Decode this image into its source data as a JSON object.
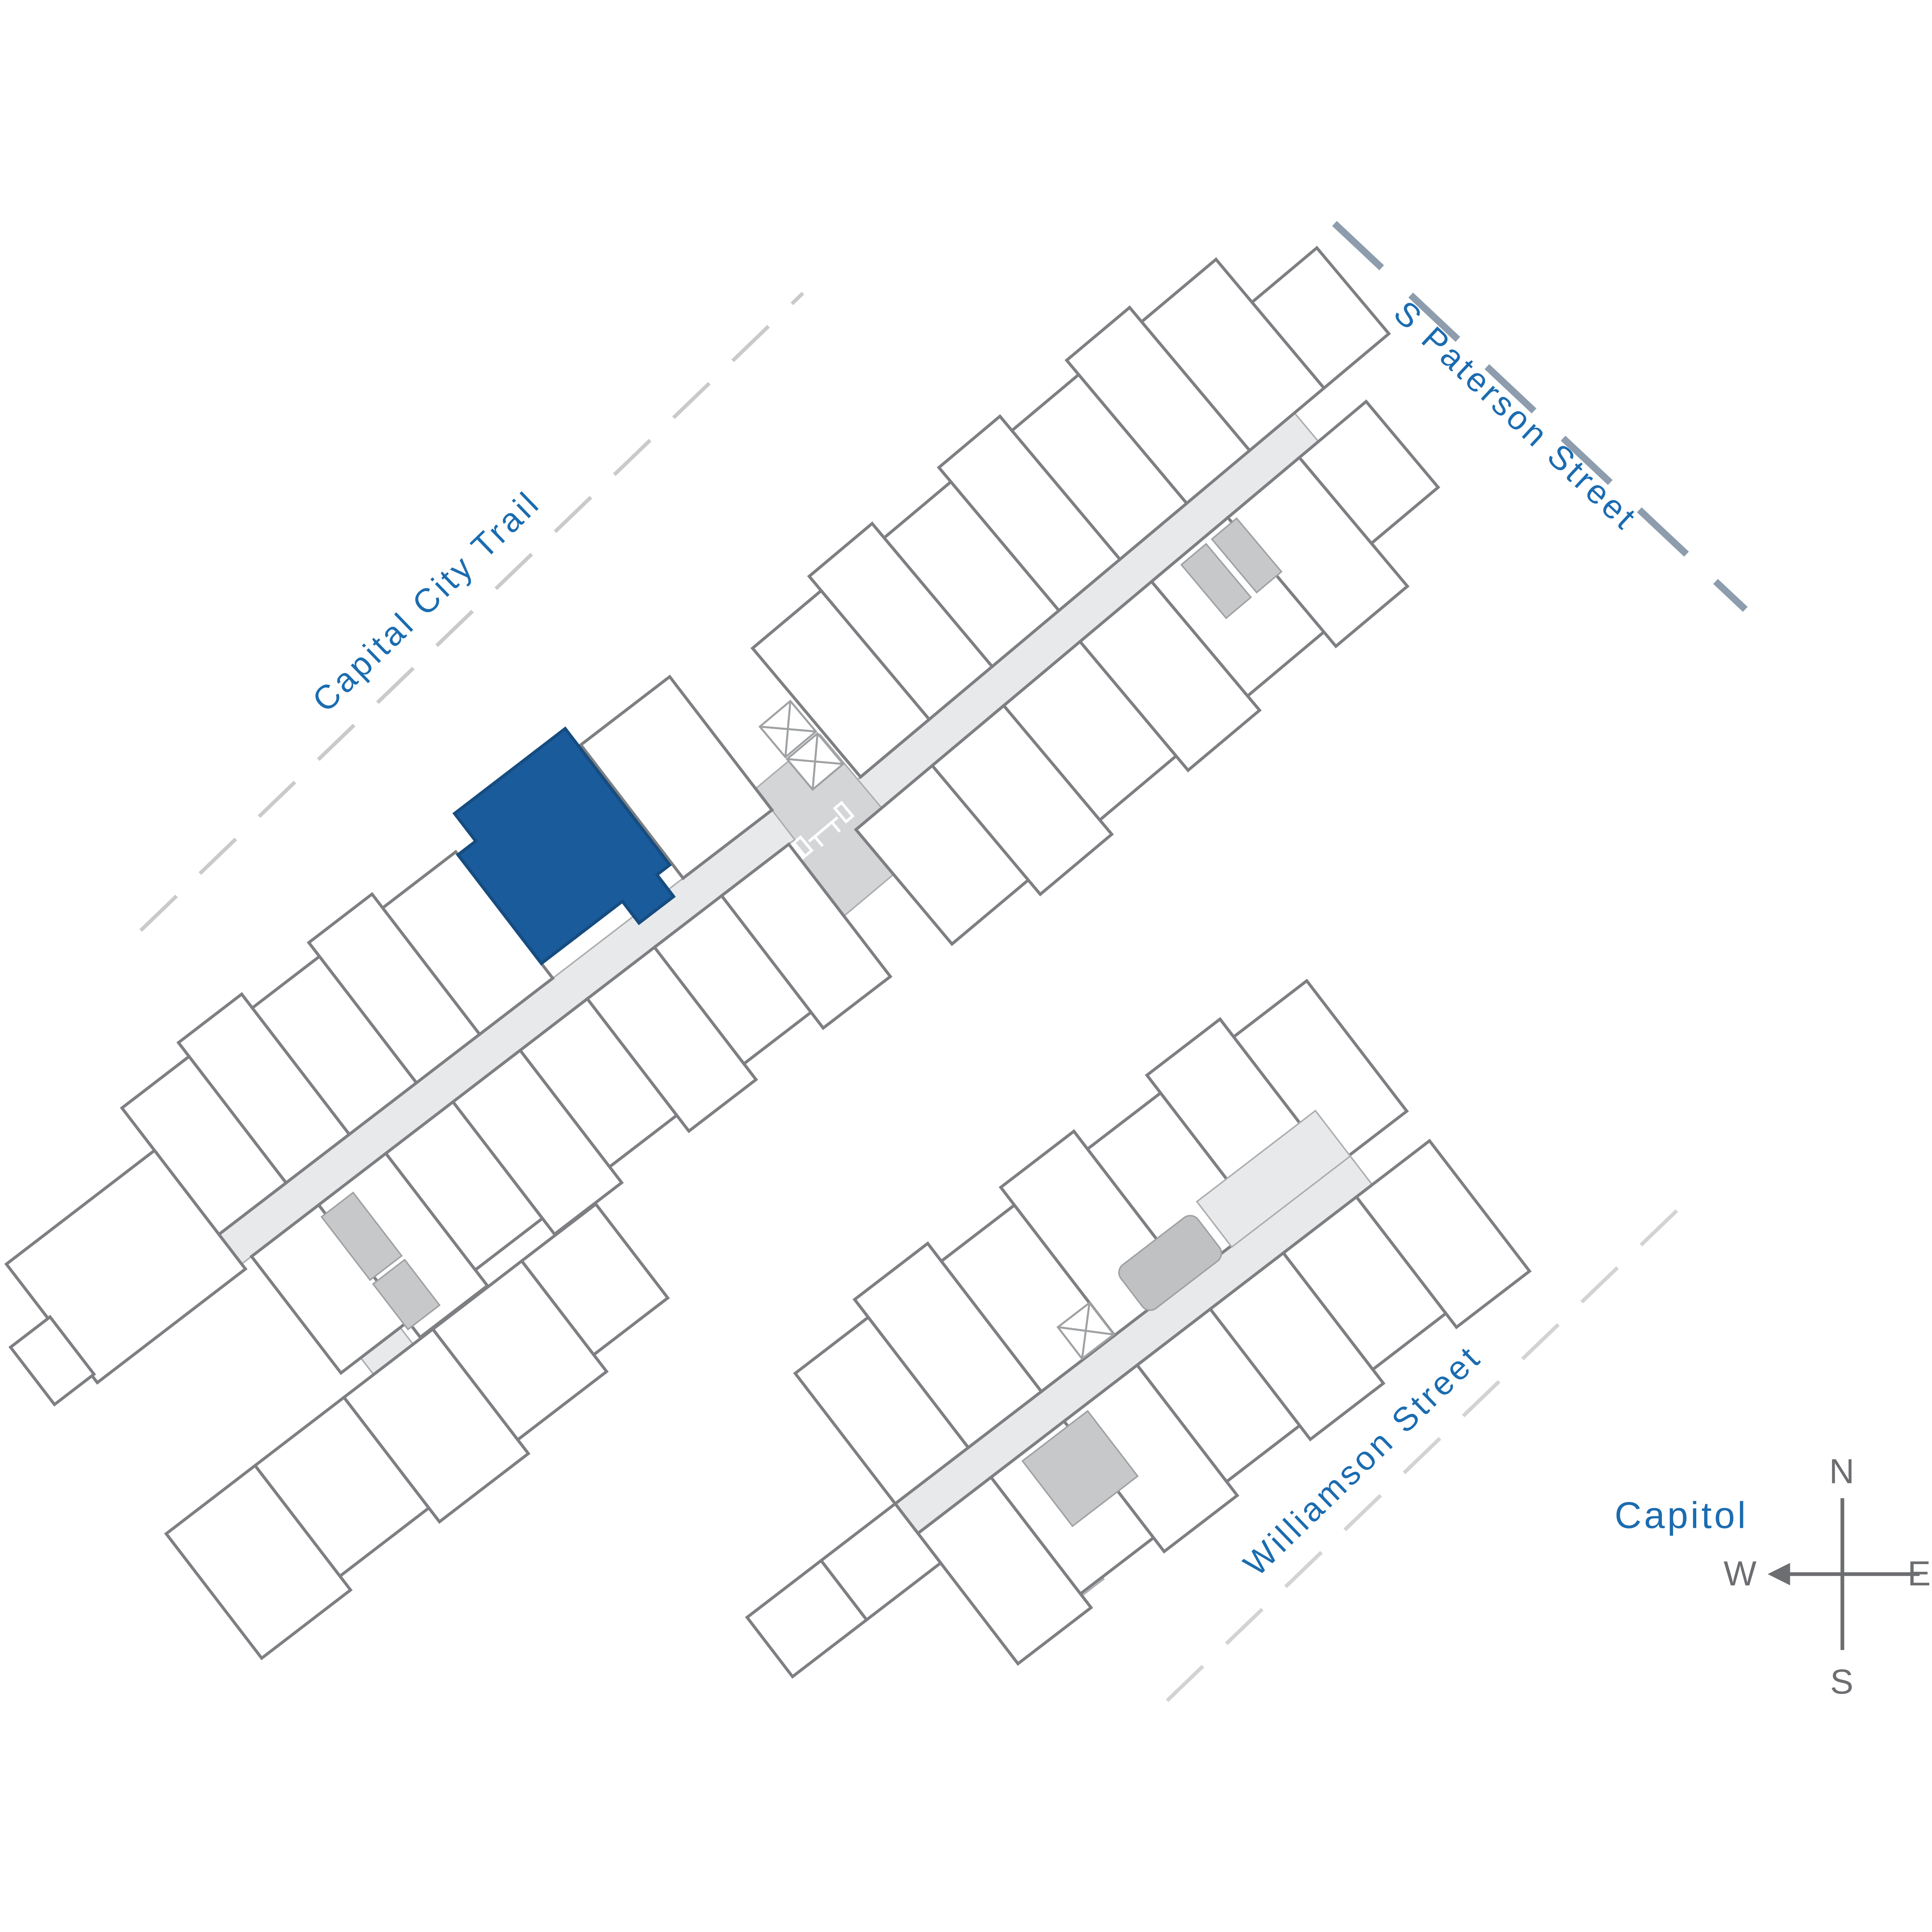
{
  "map": {
    "streets": [
      {
        "name": "capital-city-trail",
        "label": "Capital City Trail"
      },
      {
        "name": "s-paterson-street",
        "label": "S Paterson Street"
      },
      {
        "name": "williamson-street",
        "label": "Williamson Street"
      }
    ],
    "landmarks": [
      {
        "name": "capitol",
        "label": "Capitol"
      }
    ],
    "compass": {
      "n": "N",
      "e": "E",
      "s": "S",
      "w": "W"
    },
    "highlighted_unit": {
      "name": "highlighted-unit",
      "color": "#1A5B9C"
    },
    "colors": {
      "street_label": "#1B6CB0",
      "unit_outline": "#7D7F82",
      "corridor": "#E8E9EA",
      "service_block": "#C6C8CA",
      "amenity_block": "#D4D5D7",
      "compass": "#6D6E71",
      "trail_dash": "#C9CACB",
      "street_dash": "#8D9DAD"
    },
    "icons": [
      "stairs-x-icon",
      "table-seating-icon",
      "compass-rose"
    ]
  }
}
